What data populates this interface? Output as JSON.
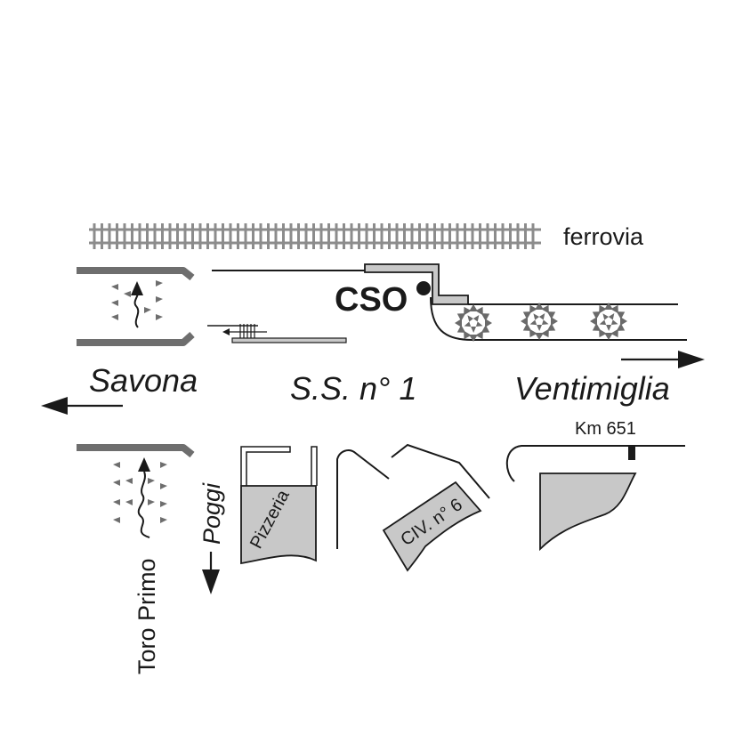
{
  "labels": {
    "ferrovia": "ferrovia",
    "cso": "CSO",
    "savona": "Savona",
    "road": "S.S. n° 1",
    "ventimiglia": "Ventimiglia",
    "km": "Km 651",
    "poggi": "Poggi",
    "toro_primo": "Toro Primo",
    "pizzeria": "Pizzeria",
    "civico": "CIV. n° 6"
  },
  "colors": {
    "line": "#1a1a1a",
    "fill_gray": "#c8c8c8",
    "rail_gray": "#8c8c8c",
    "dark_gray": "#6e6e6e",
    "tree": "#6a6a6a"
  },
  "icons": [
    "railway-track",
    "arrow-left",
    "arrow-right",
    "arrow-down",
    "tree-symbol",
    "crosswalk-arrow",
    "location-dot",
    "km-marker"
  ]
}
